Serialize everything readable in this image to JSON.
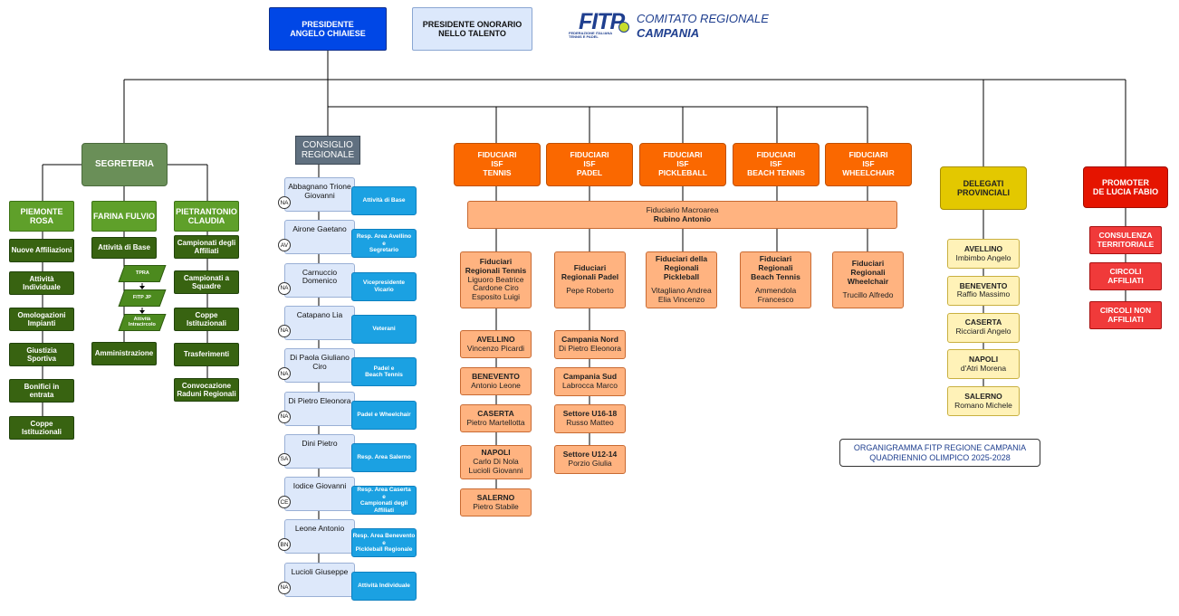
{
  "logo": {
    "fitp": "FITP",
    "fitp_sub": "FEDERAZIONE ITALIANA TENNIS E PADEL",
    "line1": "COMITATO REGIONALE",
    "line2": "CAMPANIA"
  },
  "top": {
    "presidente": [
      "PRESIDENTE",
      "ANGELO CHIAIESE"
    ],
    "onorario": [
      "PRESIDENTE ONORARIO",
      "NELLO TALENTO"
    ]
  },
  "segreteria": {
    "title": "SEGRETERIA",
    "columns": [
      {
        "head": [
          "PIEMONTE ROSA"
        ],
        "items": [
          [
            "Nuove Affiliazioni"
          ],
          [
            "Attività",
            "Individuale"
          ],
          [
            "Omologazioni",
            "Impianti"
          ],
          [
            "Giustizia",
            "Sportiva"
          ],
          [
            "Bonifici in",
            "entrata"
          ],
          [
            "Coppe",
            "Istituzionali"
          ]
        ]
      },
      {
        "head": [
          "FARINA FULVIO"
        ],
        "items": [
          [
            "Attività di Base"
          ],
          [
            "Amministrazione"
          ]
        ],
        "sub": [
          "TPRA",
          "FITP JP",
          "Attività Intracircolo"
        ]
      },
      {
        "head": [
          "PIETRANTONIO",
          "CLAUDIA"
        ],
        "items": [
          [
            "Campionati degli",
            "Affiliati"
          ],
          [
            "Campionati a",
            "Squadre"
          ],
          [
            "Coppe",
            "Istituzionali"
          ],
          [
            "Trasferimenti"
          ],
          [
            "Convocazione",
            "Raduni Regionali"
          ]
        ]
      }
    ]
  },
  "consiglio": {
    "title": [
      "CONSIGLIO",
      "REGIONALE"
    ],
    "members": [
      {
        "name": [
          "Abbagnano Trione",
          "Giovanni"
        ],
        "prov": "NA",
        "role": [
          "Attività di Base"
        ]
      },
      {
        "name": [
          "Airone Gaetano"
        ],
        "prov": "AV",
        "role": [
          "Resp. Area Avellino",
          "e",
          "Segretario"
        ]
      },
      {
        "name": [
          "Carnuccio",
          "Domenico"
        ],
        "prov": "NA",
        "role": [
          "Vicepresidente",
          "Vicario"
        ]
      },
      {
        "name": [
          "Catapano Lia"
        ],
        "prov": "NA",
        "role": [
          "Veterani"
        ]
      },
      {
        "name": [
          "Di Paola Giuliano",
          "Ciro"
        ],
        "prov": "NA",
        "role": [
          "Padel e",
          "Beach Tennis"
        ]
      },
      {
        "name": [
          "Di Pietro Eleonora"
        ],
        "prov": "NA",
        "role": [
          "Padel e Wheelchair"
        ]
      },
      {
        "name": [
          "Dini Pietro"
        ],
        "prov": "SA",
        "role": [
          "Resp. Area Salerno"
        ]
      },
      {
        "name": [
          "Iodice Giovanni"
        ],
        "prov": "CE",
        "role": [
          "Resp. Area Caserta",
          "e",
          "Campionati degli Affiliati"
        ]
      },
      {
        "name": [
          "Leone Antonio"
        ],
        "prov": "BN",
        "role": [
          "Resp. Area Benevento",
          "e",
          "Pickleball Regionale"
        ]
      },
      {
        "name": [
          "Lucioli Giuseppe"
        ],
        "prov": "NA",
        "role": [
          "Attività Individuale"
        ]
      }
    ]
  },
  "fiduciari": {
    "heads": [
      [
        "FIDUCIARI",
        "ISF",
        "TENNIS"
      ],
      [
        "FIDUCIARI",
        "ISF",
        "PADEL"
      ],
      [
        "FIDUCIARI",
        "ISF",
        "PICKLEBALL"
      ],
      [
        "FIDUCIARI",
        "ISF",
        "BEACH TENNIS"
      ],
      [
        "FIDUCIARI",
        "ISF",
        "WHEELCHAIR"
      ]
    ],
    "macroarea": {
      "label": "Fiduciario Macroarea",
      "name": "Rubino Antonio"
    },
    "regionali": [
      {
        "title": [
          "Fiduciari",
          "Regionali Tennis"
        ],
        "names": [
          "Liguoro Beatrice",
          "Cardone Ciro",
          "Esposito Luigi"
        ]
      },
      {
        "title": [
          "Fiduciari",
          "Regionali Padel"
        ],
        "names": [
          "",
          "Pepe Roberto"
        ]
      },
      {
        "title": [
          "Fiduciari della",
          "Regionali",
          "Pickleball"
        ],
        "names": [
          "",
          "Vitagliano Andrea",
          "Elia Vincenzo"
        ]
      },
      {
        "title": [
          "Fiduciari",
          "Regionali",
          "Beach Tennis"
        ],
        "names": [
          "",
          "Ammendola",
          "Francesco"
        ]
      },
      {
        "title": [
          "Fiduciari",
          "Regionali",
          "Wheelchair"
        ],
        "names": [
          "",
          "Trucillo Alfredo"
        ]
      }
    ],
    "tennis_prov": [
      {
        "title": "AVELLINO",
        "names": [
          "Vincenzo Picardi"
        ]
      },
      {
        "title": "BENEVENTO",
        "names": [
          "Antonio Leone"
        ]
      },
      {
        "title": "CASERTA",
        "names": [
          "Pietro Martellotta"
        ]
      },
      {
        "title": "NAPOLI",
        "names": [
          "Carlo Di Nola",
          "Lucioli Giovanni"
        ]
      },
      {
        "title": "SALERNO",
        "names": [
          "Pietro Stabile"
        ]
      }
    ],
    "padel_areas": [
      {
        "title": "Campania Nord",
        "names": [
          "Di Pietro Eleonora"
        ]
      },
      {
        "title": "Campania Sud",
        "names": [
          "Labrocca Marco"
        ]
      },
      {
        "title": "Settore U16-18",
        "names": [
          "Russo Matteo"
        ]
      },
      {
        "title": "Settore U12-14",
        "names": [
          "Porzio Giulia"
        ]
      }
    ]
  },
  "delegati": {
    "title": [
      "DELEGATI",
      "PROVINCIALI"
    ],
    "items": [
      {
        "title": "AVELLINO",
        "name": "Imbimbo Angelo"
      },
      {
        "title": "BENEVENTO",
        "name": "Raffio Massimo"
      },
      {
        "title": "CASERTA",
        "name": "Ricciardi Angelo"
      },
      {
        "title": "NAPOLI",
        "name": "d'Atri Morena"
      },
      {
        "title": "SALERNO",
        "name": "Romano Michele"
      }
    ]
  },
  "promoter": {
    "title": [
      "PROMOTER",
      "DE LUCIA FABIO"
    ],
    "items": [
      [
        "CONSULENZA",
        "TERRITORIALE"
      ],
      [
        "CIRCOLI",
        "AFFILIATI"
      ],
      [
        "CIRCOLI NON",
        "AFFILIATI"
      ]
    ]
  },
  "caption": [
    "ORGANIGRAMMA  FITP REGIONE CAMPANIA",
    "QUADRIENNIO OLIMPICO 2025-2028"
  ]
}
